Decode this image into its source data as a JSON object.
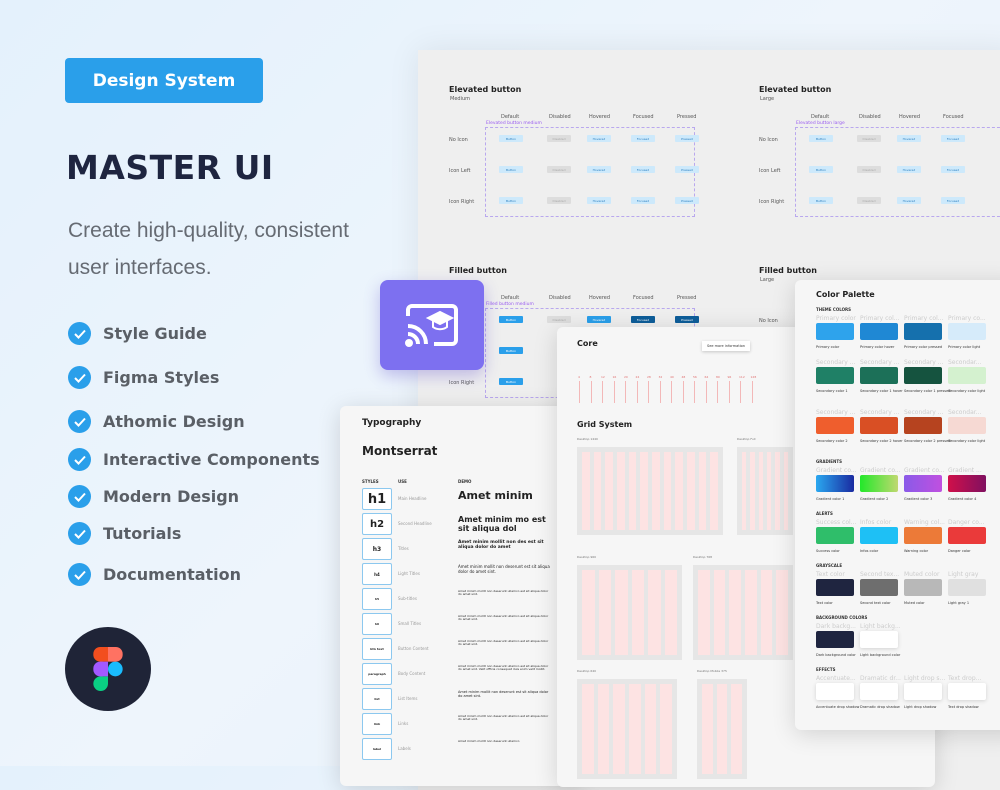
{
  "hero": {
    "badge": "Design System",
    "title": "MASTER UI",
    "subtitle": "Create high-quality, consistent user interfaces.",
    "features": [
      "Style Guide",
      "Figma Styles",
      "Athomic Design",
      "Interactive Components",
      "Modern Design",
      "Tutorials",
      "Documentation"
    ],
    "accent": "#2a9fea",
    "logo": "figma-logo"
  },
  "buttons": {
    "columns": [
      "Default",
      "Disabled",
      "Hovered",
      "Focused",
      "Pressed"
    ],
    "rows": [
      "No Icon",
      "Icon Left",
      "Icon Right"
    ],
    "cells": [
      "Button",
      "Disabled",
      "Hovered",
      "Focused",
      "Pressed"
    ],
    "sections": [
      {
        "title": "Elevated button",
        "size": "Medium",
        "frame": "Elevated button medium"
      },
      {
        "title": "Elevated button",
        "size": "Large",
        "frame": "Elevated button large"
      },
      {
        "title": "Filled button",
        "size": "Medium",
        "frame": "Filled button medium"
      },
      {
        "title": "Filled button",
        "size": "Large",
        "frame": ""
      }
    ]
  },
  "feature_icon": {
    "name": "cast-education-icon",
    "color": "#7d70f0"
  },
  "typography": {
    "title": "Typography",
    "font": "Montserrat",
    "headers": [
      "STYLES",
      "USE",
      "DEMO"
    ],
    "rows": [
      {
        "style": "h1",
        "use": "Main Headline",
        "demo": "Amet minim"
      },
      {
        "style": "h2",
        "use": "Second Headline",
        "demo": "Amet minim mo est sit aliqua dol"
      },
      {
        "style": "h3",
        "use": "Titles",
        "demo": "Amet minim mollit non des est sit aliqua dolor do amet"
      },
      {
        "style": "h4",
        "use": "Light Titles",
        "demo": "Amet minim mollit non deserunt est sit aliqua dolor do amet sint."
      },
      {
        "style": "h5",
        "use": "Sub-titles",
        "demo": "Amet minim mollit non deserunt ullamco est sit aliqua dolor do amet sint."
      },
      {
        "style": "h6",
        "use": "Small Titles",
        "demo": "Amet minim mollit non deserunt ullamco est sit aliqua dolor do amet sint."
      },
      {
        "style": "btn text",
        "use": "Button Content",
        "demo": "Amet minim mollit non deserunt ullamco est sit aliqua dolor do amet sint."
      },
      {
        "style": "paragraph",
        "use": "Body Content",
        "demo": "Amet minim mollit non deserunt ullamco est sit aliqua dolor do amet sint. Velit officia consequat duis enim velit mollit."
      },
      {
        "style": "list",
        "use": "List Items",
        "demo": "Amet minim mollit non deserunt est sit aliqua dolor do amet sint."
      },
      {
        "style": "link",
        "use": "Links",
        "demo": "Amet minim mollit non deserunt ullamco est sit aliqua dolor do amet sint."
      },
      {
        "style": "label",
        "use": "Labels",
        "demo": "Amet minim mollit non deserunt ullamco"
      }
    ]
  },
  "core": {
    "title": "Core",
    "info_button": "See more information",
    "grid_title": "Grid System",
    "spacing": [
      "4",
      "8",
      "12",
      "16",
      "20",
      "24",
      "28",
      "32",
      "40",
      "48",
      "56",
      "64",
      "80",
      "96",
      "112",
      "128"
    ],
    "grids": [
      "Desktop 1440",
      "Desktop Full",
      "Desktop 960",
      "Desktop 768",
      "Desktop 640",
      "Desktop Mobile 375"
    ]
  },
  "palette": {
    "title": "Color Palette",
    "groups": [
      {
        "name": "THEME COLORS",
        "items": [
          {
            "ph": "Primary color",
            "label": "Primary color",
            "color": "#2ea3ec"
          },
          {
            "ph": "Primary col...",
            "label": "Primary color hover",
            "color": "#1f88d4"
          },
          {
            "ph": "Primary col...",
            "label": "Primary color pressed",
            "color": "#1570ad"
          },
          {
            "ph": "Primary co...",
            "label": "Primary color light",
            "color": "#d6ebfa"
          }
        ]
      },
      {
        "name": "",
        "items": [
          {
            "ph": "Secondary ...",
            "label": "Secondary color 1",
            "color": "#1f8066"
          },
          {
            "ph": "Secondary ...",
            "label": "Secondary color 1 hover",
            "color": "#1c7058"
          },
          {
            "ph": "Secondary ...",
            "label": "Secondary color 1 pressed",
            "color": "#15533f"
          },
          {
            "ph": "Secondar...",
            "label": "Secondary color light",
            "color": "#d4f1cf"
          }
        ]
      },
      {
        "name": "",
        "items": [
          {
            "ph": "Secondary ...",
            "label": "Secondary color 2",
            "color": "#ef5e2d"
          },
          {
            "ph": "Secondary ...",
            "label": "Secondary color 2 hover",
            "color": "#d94f24"
          },
          {
            "ph": "Secondary ...",
            "label": "Secondary color 2 pressed",
            "color": "#b6431f"
          },
          {
            "ph": "Secondar...",
            "label": "Secondary color light",
            "color": "#f6d9d3"
          }
        ]
      },
      {
        "name": "GRADIENTS",
        "items": [
          {
            "ph": "Gradient co...",
            "label": "Gradient color 1",
            "color": "linear-gradient(90deg,#2aa8f0,#1a2aa0)"
          },
          {
            "ph": "Gradient co...",
            "label": "Gradient color 2",
            "color": "linear-gradient(90deg,#22e82a,#c0d870)"
          },
          {
            "ph": "Gradient co...",
            "label": "Gradient color 3",
            "color": "linear-gradient(90deg,#8a5ae8,#c050e0)"
          },
          {
            "ph": "Gradient ...",
            "label": "Gradient color 4",
            "color": "linear-gradient(90deg,#d0104a,#801060)"
          }
        ]
      },
      {
        "name": "ALERTS",
        "items": [
          {
            "ph": "Success col...",
            "label": "Success color",
            "color": "#2fbe6a"
          },
          {
            "ph": "Infos color",
            "label": "Infos color",
            "color": "#1ec0f5"
          },
          {
            "ph": "Warning col...",
            "label": "Warning color",
            "color": "#ec7a38"
          },
          {
            "ph": "Danger co...",
            "label": "Danger color",
            "color": "#ea3a3a"
          }
        ]
      },
      {
        "name": "GRAYSCALE",
        "items": [
          {
            "ph": "Text color",
            "label": "Text color",
            "color": "#1f2540"
          },
          {
            "ph": "Second tex...",
            "label": "Second text color",
            "color": "#6e6e6e"
          },
          {
            "ph": "Muted color",
            "label": "Muted color",
            "color": "#b8b8b8"
          },
          {
            "ph": "Light gray",
            "label": "Light gray 1",
            "color": "#e0e0e0"
          }
        ]
      },
      {
        "name": "BACKGROUND COLORS",
        "items": [
          {
            "ph": "Dark backg...",
            "label": "Dark background color",
            "color": "#1f2540"
          },
          {
            "ph": "Light backg...",
            "label": "Light background color",
            "color": "#ffffff"
          }
        ]
      },
      {
        "name": "EFFECTS",
        "items": [
          {
            "ph": "Accentuate...",
            "label": "Accentuate drop shadow",
            "color": "#ffffff"
          },
          {
            "ph": "Dramatic dr...",
            "label": "Dramatic drop shadow",
            "color": "#ffffff"
          },
          {
            "ph": "Light drop s...",
            "label": "Light drop shadow",
            "color": "#ffffff"
          },
          {
            "ph": "Text drop...",
            "label": "Text drop shadow",
            "color": "#ffffff"
          }
        ]
      }
    ]
  }
}
